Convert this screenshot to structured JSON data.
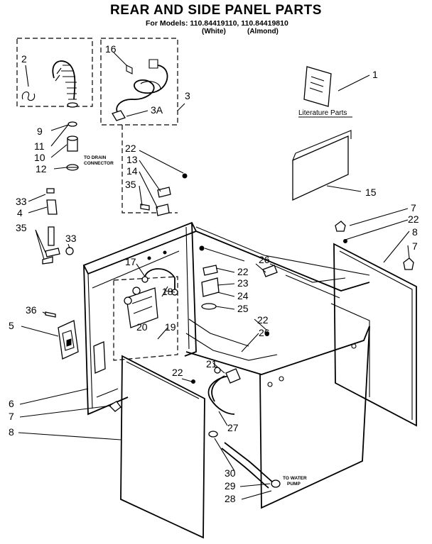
{
  "header": {
    "title": "REAR AND SIDE PANEL PARTS",
    "models_line": "For Models: 110.84419110, 110.84419810",
    "variant_white": "(White)",
    "variant_almond": "(Almond)"
  },
  "notes": {
    "drain_line1": "TO DRAIN",
    "drain_line2": "CONNECTOR",
    "pump_line1": "TO WATER",
    "pump_line2": "PUMP",
    "literature": "Literature Parts"
  },
  "callouts": {
    "c1": "1",
    "c2": "2",
    "c3": "3",
    "c3a": "3A",
    "c4": "4",
    "c5": "5",
    "c6": "6",
    "c7a": "7",
    "c7b": "7",
    "c7c": "7",
    "c8a": "8",
    "c8b": "8",
    "c9": "9",
    "c10": "10",
    "c11": "11",
    "c12": "12",
    "c13": "13",
    "c14": "14",
    "c15": "15",
    "c16": "16",
    "c17": "17",
    "c18": "18",
    "c19": "19",
    "c20": "20",
    "c21": "21",
    "c22a": "22",
    "c22b": "22",
    "c22c": "22",
    "c22d": "22",
    "c22e": "22",
    "c23": "23",
    "c24": "24",
    "c25": "25",
    "c26a": "26",
    "c26b": "26",
    "c27": "27",
    "c28": "28",
    "c29": "29",
    "c30": "30",
    "c33a": "33",
    "c33b": "33",
    "c35a": "35",
    "c35b": "35",
    "c36": "36"
  }
}
